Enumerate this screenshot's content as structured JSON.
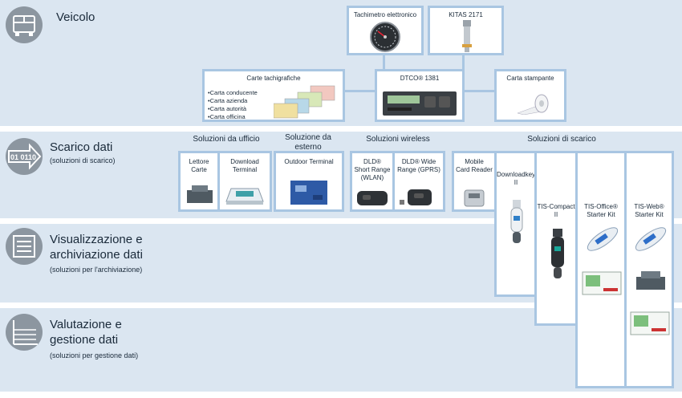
{
  "sections": [
    {
      "title": "Veicolo",
      "subtitle": "",
      "icon": "truck-icon"
    },
    {
      "title": "Scarico dati",
      "subtitle": "(soluzioni di scarico)",
      "icon": "data-download-icon"
    },
    {
      "title": "Visualizzazione e archiviazione dati",
      "title_lines": [
        "Visualizzazione e",
        "archiviazione dati"
      ],
      "subtitle": "(soluzioni per l'archiviazione)",
      "icon": "archive-icon"
    },
    {
      "title": "Valutazione e gestione dati",
      "title_lines": [
        "Valutazione e",
        "gestione dati"
      ],
      "subtitle": "(soluzioni per gestione dati)",
      "icon": "analysis-icon"
    }
  ],
  "vehicle": {
    "tachimetro": "Tachimetro elettronico",
    "kitas": "KITAS 2171",
    "dtco": "DTCO® 1381",
    "carte_title": "Carte tachigrafiche",
    "carte_items": [
      "Carta conducente",
      "Carta azienda",
      "Carta autorità",
      "Carta officina"
    ],
    "carta_stampante": "Carta stampante"
  },
  "groups": {
    "ufficio": "Soluzioni da ufficio",
    "esterno_lines": [
      "Soluzione da",
      "esterno"
    ],
    "wireless": "Soluzioni wireless",
    "scarico": "Soluzioni di scarico"
  },
  "devices": {
    "lettore": "Lettore Carte",
    "download_terminal": [
      "Download",
      "Terminal"
    ],
    "outdoor": "Outdoor Terminal",
    "dld_short": [
      "DLD®",
      "Short Range",
      "(WLAN)"
    ],
    "dld_wide": [
      "DLD® Wide",
      "Range (GPRS)"
    ],
    "mobile_reader": [
      "Mobile",
      "Card Reader"
    ],
    "downloadkey": "Downloadkey II",
    "tis_compact": "TIS-Compact II",
    "tis_office": [
      "TIS-Office®",
      "Starter Kit"
    ],
    "tis_web": [
      "TIS-Web®",
      "Starter Kit"
    ]
  },
  "colors": {
    "band": "#dbe6f1",
    "border": "#a9c6e2",
    "icon": "#8c96a0",
    "text": "#1a2a3a"
  }
}
